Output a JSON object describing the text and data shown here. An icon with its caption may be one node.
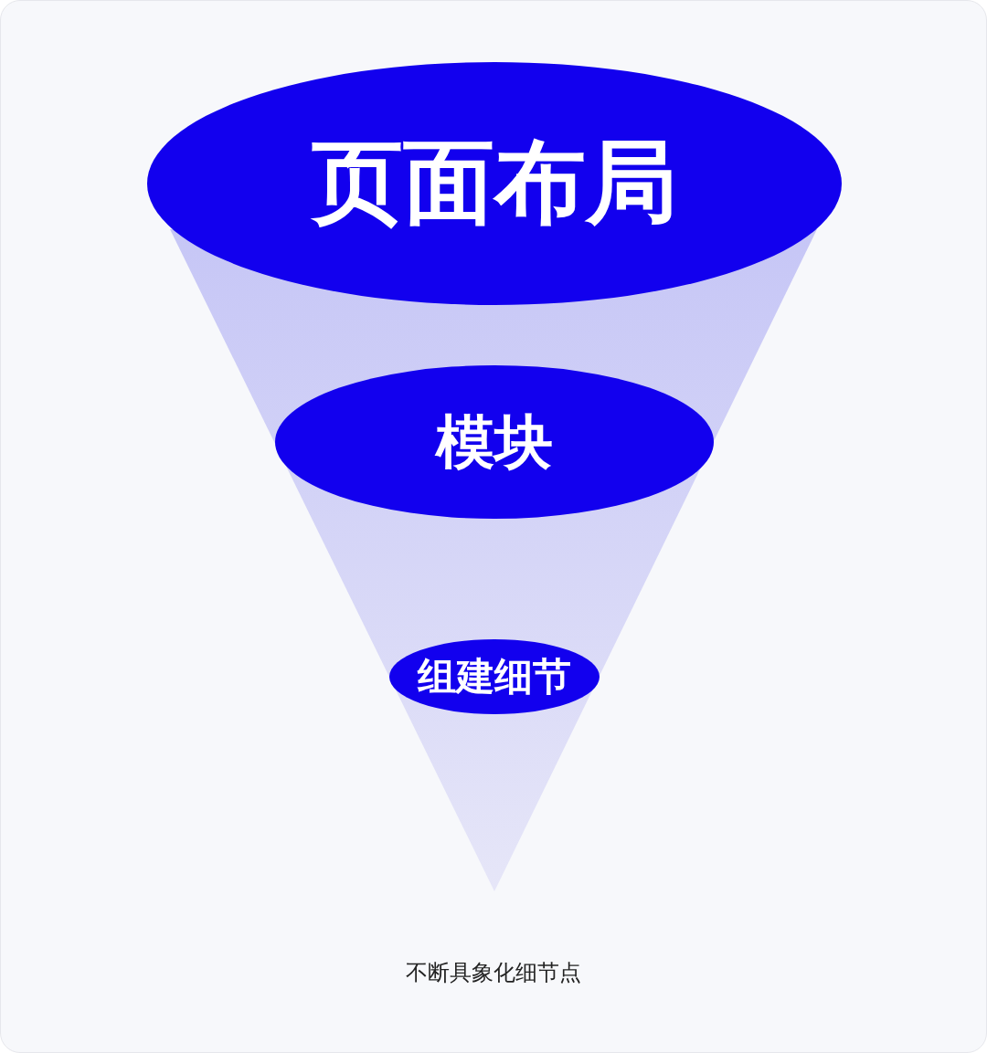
{
  "diagram": {
    "caption": "不断具象化细节点",
    "nodes": [
      {
        "text": [
          "页面布局"
        ]
      },
      {
        "text": [
          "模块"
        ]
      },
      {
        "text": [
          "组建细节"
        ]
      }
    ],
    "edges": []
  }
}
